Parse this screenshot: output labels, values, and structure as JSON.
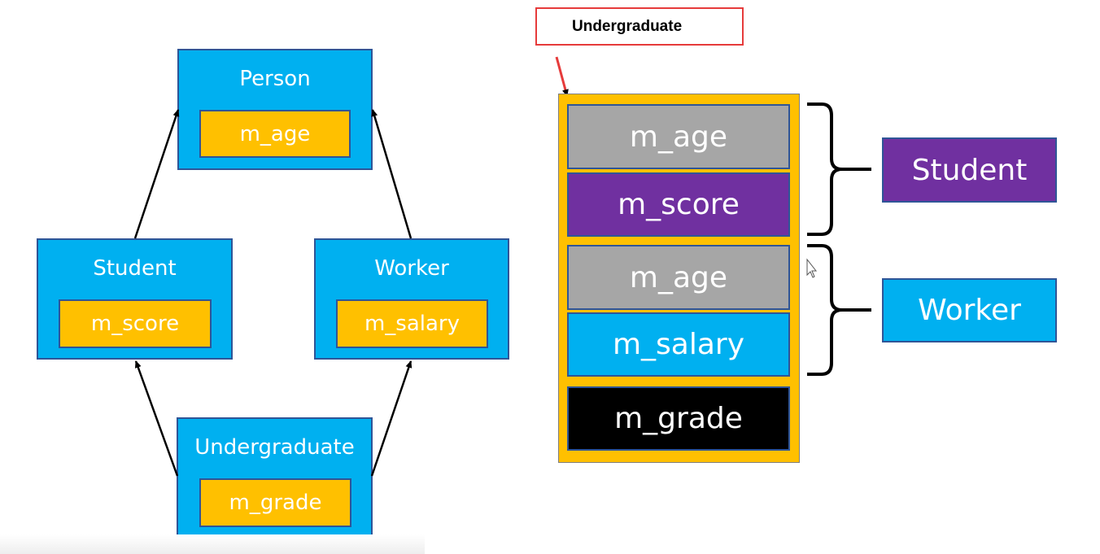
{
  "colors": {
    "class_fill": "#00b0f0",
    "field_fill": "#ffc000",
    "border": "#2f5597",
    "gray_slot": "#a6a6a6",
    "purple": "#7030a0",
    "black": "#000000",
    "callout_border": "#e63b3b"
  },
  "hierarchy": {
    "person": {
      "name": "Person",
      "field": "m_age"
    },
    "student": {
      "name": "Student",
      "field": "m_score"
    },
    "worker": {
      "name": "Worker",
      "field": "m_salary"
    },
    "undergraduate": {
      "name": "Undergraduate",
      "field": "m_grade"
    }
  },
  "memory_layout": {
    "callout": "Undergraduate",
    "slots": [
      {
        "label": "m_age"
      },
      {
        "label": "m_score"
      },
      {
        "label": "m_age"
      },
      {
        "label": "m_salary"
      },
      {
        "label": "m_grade"
      }
    ]
  },
  "legend": {
    "student": "Student",
    "worker": "Worker"
  }
}
